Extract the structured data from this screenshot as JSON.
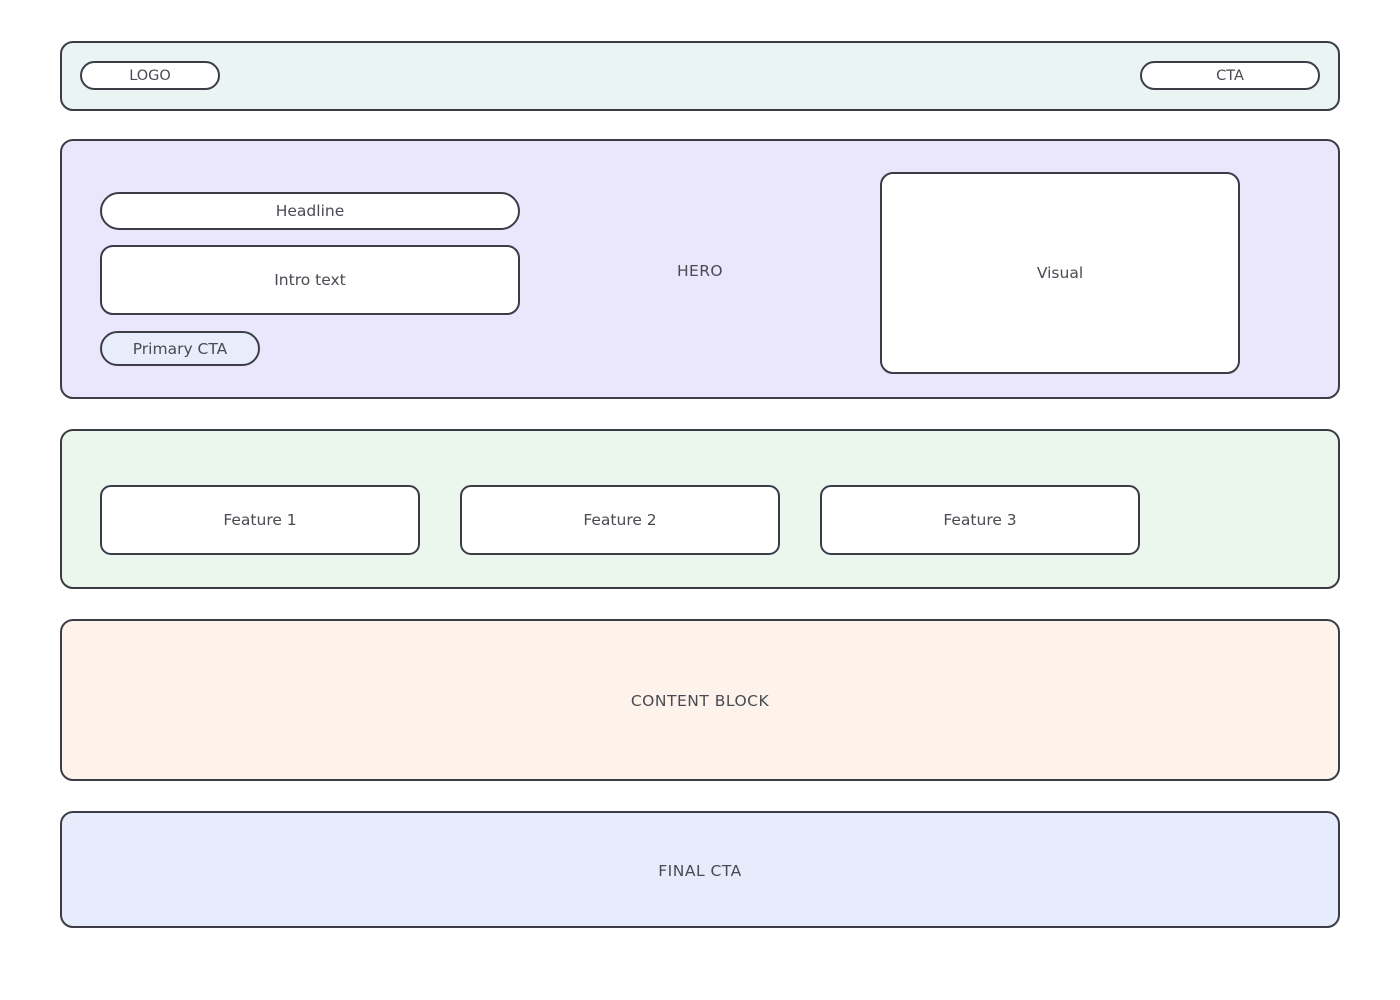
{
  "page": {
    "kind": "wireframe-mockup",
    "background": "#ffffff",
    "stroke_color": "#3c3c46",
    "text_color": "#4a4a52"
  },
  "header": {
    "section_fill": "#e9f4f3",
    "logo_label": "LOGO",
    "cta_label": "CTA"
  },
  "hero": {
    "section_fill": "#eae7fc",
    "label": "HERO",
    "headline_label": "Headline",
    "intro_label": "Intro text",
    "primary_cta_label": "Primary CTA",
    "primary_cta_fill": "#e8edfb",
    "visual_label": "Visual",
    "visual_fill": "#ffffff"
  },
  "features": {
    "section_fill": "#ebf7ed",
    "cards": [
      {
        "label": "Feature 1"
      },
      {
        "label": "Feature 2"
      },
      {
        "label": "Feature 3"
      }
    ]
  },
  "content": {
    "section_fill": "#fdf3ea",
    "label": "CONTENT BLOCK"
  },
  "final_cta": {
    "section_fill": "#e6ecfb",
    "label": "FINAL CTA"
  }
}
